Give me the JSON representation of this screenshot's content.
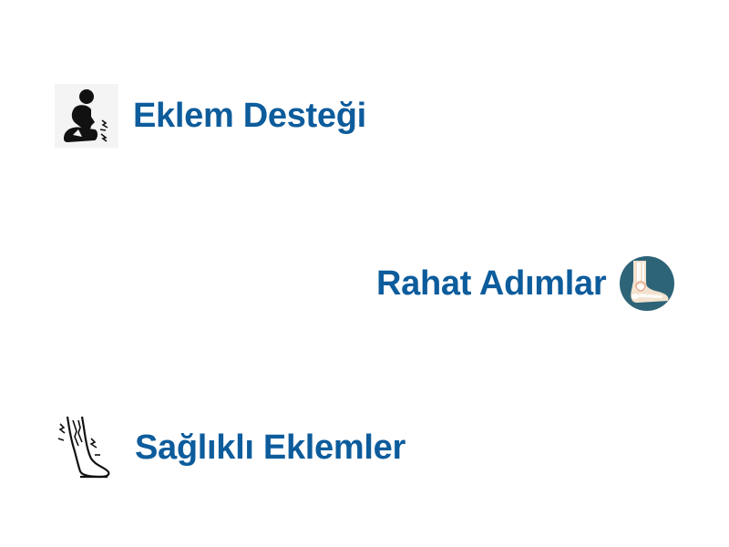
{
  "features": [
    {
      "label": "Eklem Desteği",
      "icon": "knee-pain-icon"
    },
    {
      "label": "Rahat Adımlar",
      "icon": "ankle-joint-icon"
    },
    {
      "label": "Sağlıklı Eklemler",
      "icon": "leg-pain-icon"
    }
  ],
  "colors": {
    "label": "#0d5c9c",
    "ankle_circle": "#2d6478",
    "ankle_bone": "#f2e2cf",
    "icon_ink": "#111111"
  }
}
